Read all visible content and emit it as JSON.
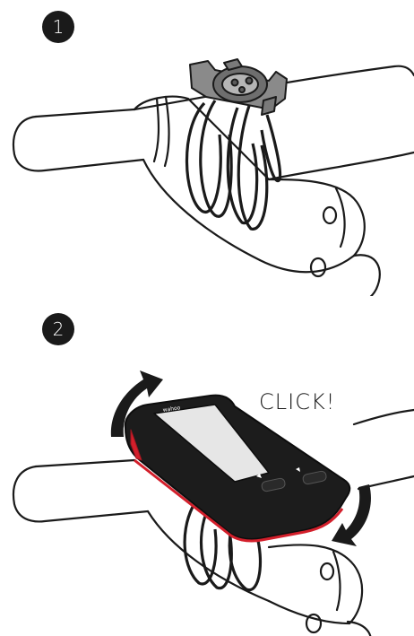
{
  "steps": [
    {
      "number": "1"
    },
    {
      "number": "2"
    }
  ],
  "callout": {
    "click": "CLICK!"
  },
  "device": {
    "brand": "wahoo"
  },
  "colors": {
    "outline": "#1a1a1a",
    "device_body": "#1c1c1c",
    "accent": "#d31f2b",
    "screen": "#e6e6e6"
  }
}
